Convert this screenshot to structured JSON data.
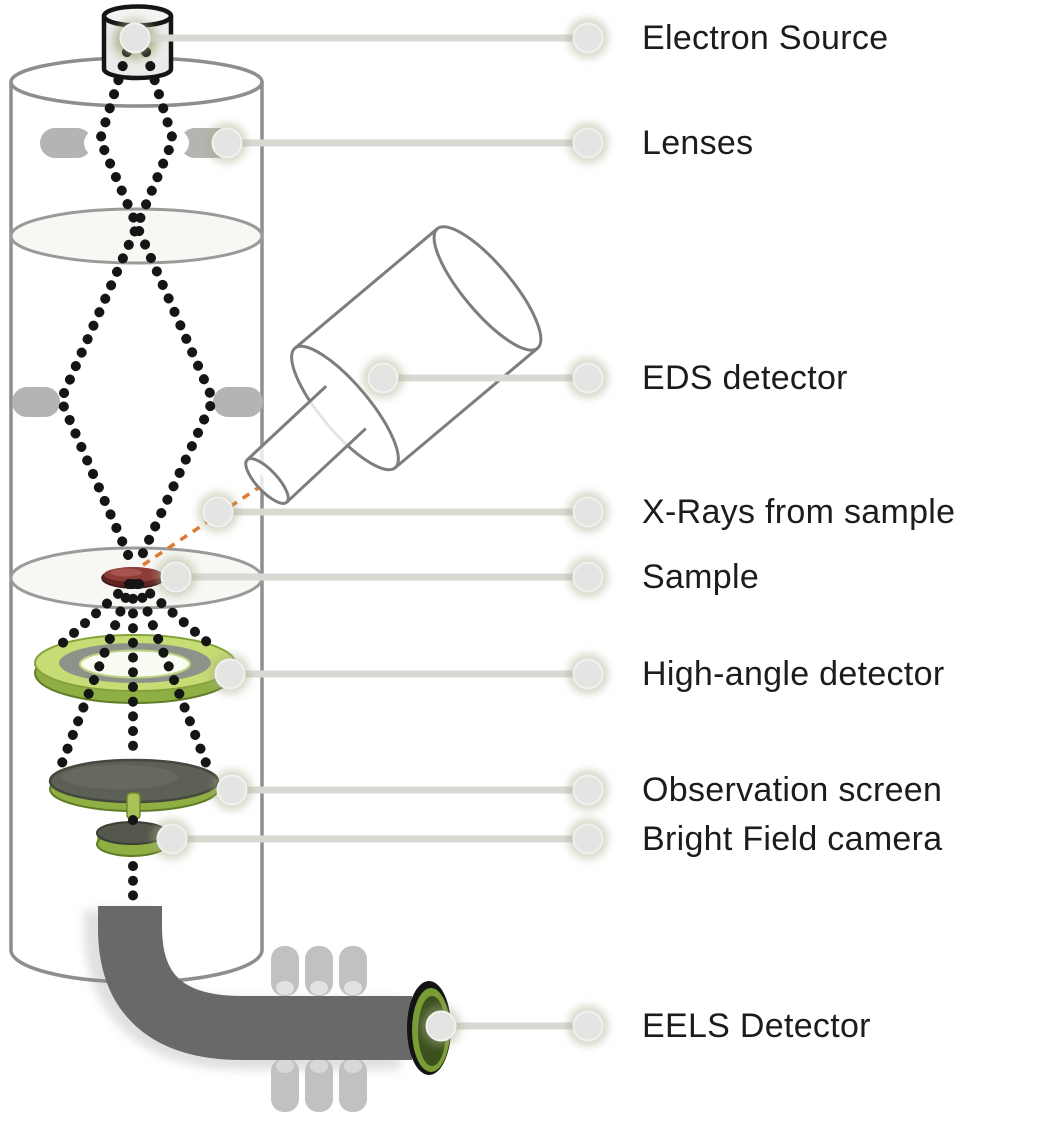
{
  "callouts": [
    {
      "label": "Electron Source"
    },
    {
      "label": "Lenses"
    },
    {
      "label": "EDS detector"
    },
    {
      "label": "X-Rays from sample"
    },
    {
      "label": "Sample"
    },
    {
      "label": "High-angle detector"
    },
    {
      "label": "Observation screen"
    },
    {
      "label": "Bright Field camera"
    },
    {
      "label": "EELS Detector"
    }
  ],
  "colors": {
    "background": "#ffffff",
    "label_text": "#1c1c1c",
    "column_outline": "#8e8e8e",
    "lens_gray": "#b4b4b2",
    "beam_dots": "#151515",
    "callout_line": "#d9d9d3",
    "callout_dot": "#e4e4e2",
    "xray_dashed_orange": "#dd7a33",
    "sample_maroon": "#5f2422",
    "detector_green_light": "#c6dc74",
    "detector_green": "#8fae43",
    "screen_dark_gray": "#5c6055",
    "eels_tube_gray": "#696969",
    "eels_cap_green": "#7a9c35",
    "prism_coil_gray": "#c1c1bf"
  }
}
